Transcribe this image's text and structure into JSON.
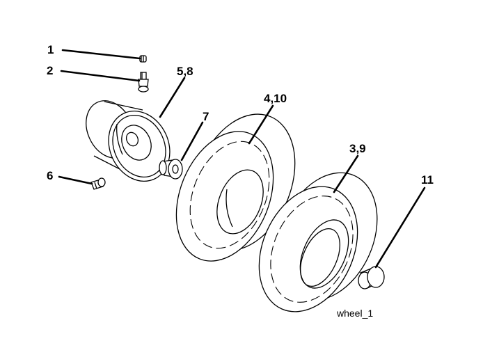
{
  "diagram": {
    "caption": "wheel_1",
    "callouts": {
      "valve_cap": "1",
      "valve_stem": "2",
      "rim": "5,8",
      "bushing": "7",
      "bolt": "6",
      "front_tire": "4,10",
      "rear_tire": "3,9",
      "hub_cap": "11"
    }
  }
}
